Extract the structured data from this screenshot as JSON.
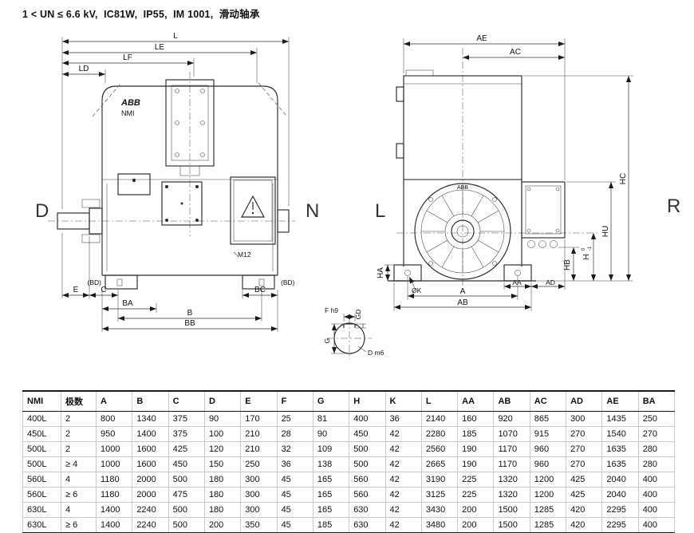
{
  "header": {
    "title": "1 < UN ≤ 6.6 kV,  IC81W,  IP55,  IM 1001,  滑动轴承"
  },
  "views": {
    "side": {
      "letter_left": "D",
      "letter_right": "N",
      "brand": "ABB",
      "model": "NMI",
      "m12_note": "M12",
      "dims": {
        "l": "L",
        "le": "LE",
        "lf": "LF",
        "ld": "LD",
        "e": "E",
        "c": "C",
        "bc": "BC",
        "bd_left": "(BD)",
        "bd_right": "(BD)",
        "ba": "BA",
        "b": "B",
        "bb": "BB"
      }
    },
    "end": {
      "letter_left": "L",
      "letter_right": "R",
      "brand": "ABB",
      "dims": {
        "ae": "AE",
        "ac": "AC",
        "hc": "HC",
        "hu": "HU",
        "h": "H",
        "h_tol_upper": "0",
        "h_tol_lower": "-1",
        "ha": "HA",
        "k": "ØK",
        "aa": "AA",
        "ad": "AD",
        "hb": "HB",
        "a": "A",
        "ab": "AB"
      }
    },
    "shaft": {
      "f": "F  h9",
      "gd": "GD",
      "g": "G",
      "d": "D m6"
    }
  },
  "table": {
    "columns": [
      "NMI",
      "极数",
      "A",
      "B",
      "C",
      "D",
      "E",
      "F",
      "G",
      "H",
      "K",
      "L",
      "AA",
      "AB",
      "AC",
      "AD",
      "AE",
      "BA"
    ],
    "rows": [
      [
        "400L",
        "2",
        "800",
        "1340",
        "375",
        "90",
        "170",
        "25",
        "81",
        "400",
        "36",
        "2140",
        "160",
        "920",
        "865",
        "300",
        "1435",
        "250"
      ],
      [
        "450L",
        "2",
        "950",
        "1400",
        "375",
        "100",
        "210",
        "28",
        "90",
        "450",
        "42",
        "2280",
        "185",
        "1070",
        "915",
        "270",
        "1540",
        "270"
      ],
      [
        "500L",
        "2",
        "1000",
        "1600",
        "425",
        "120",
        "210",
        "32",
        "109",
        "500",
        "42",
        "2560",
        "190",
        "1170",
        "960",
        "270",
        "1635",
        "280"
      ],
      [
        "500L",
        "≥ 4",
        "1000",
        "1600",
        "450",
        "150",
        "250",
        "36",
        "138",
        "500",
        "42",
        "2665",
        "190",
        "1170",
        "960",
        "270",
        "1635",
        "280"
      ],
      [
        "560L",
        "4",
        "1180",
        "2000",
        "500",
        "180",
        "300",
        "45",
        "165",
        "560",
        "42",
        "3190",
        "225",
        "1320",
        "1200",
        "425",
        "2040",
        "400"
      ],
      [
        "560L",
        "≥ 6",
        "1180",
        "2000",
        "475",
        "180",
        "300",
        "45",
        "165",
        "560",
        "42",
        "3125",
        "225",
        "1320",
        "1200",
        "425",
        "2040",
        "400"
      ],
      [
        "630L",
        "4",
        "1400",
        "2240",
        "500",
        "180",
        "300",
        "45",
        "165",
        "630",
        "42",
        "3430",
        "200",
        "1500",
        "1285",
        "420",
        "2295",
        "400"
      ],
      [
        "630L",
        "≥ 6",
        "1400",
        "2240",
        "500",
        "200",
        "350",
        "45",
        "185",
        "630",
        "42",
        "3480",
        "200",
        "1500",
        "1285",
        "420",
        "2295",
        "400"
      ]
    ]
  }
}
